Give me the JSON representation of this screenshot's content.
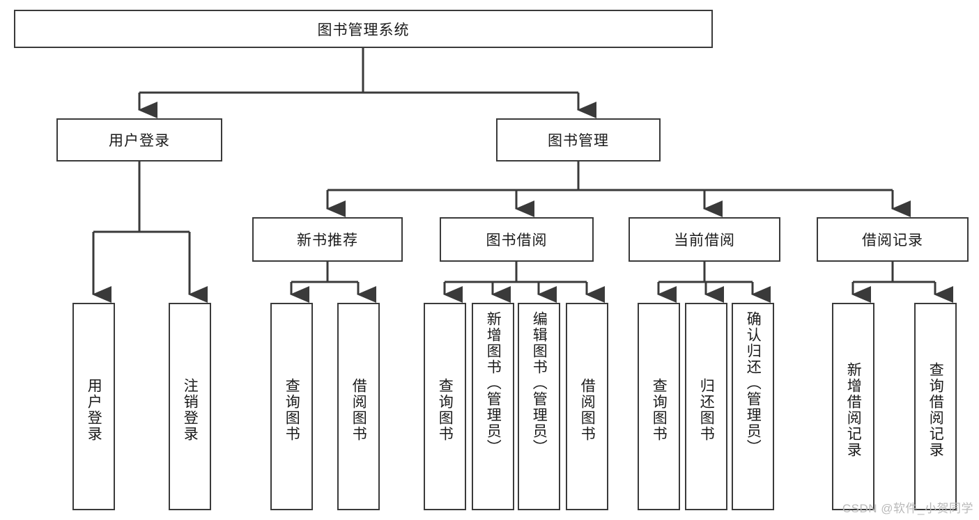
{
  "diagram": {
    "type": "tree-hierarchy-chart",
    "title": "图书管理系统",
    "stroke_color": "#3a3a3a",
    "background_color": "#ffffff",
    "text_color": "#1a1a1a",
    "levels": {
      "root": {
        "label": "图书管理系统"
      },
      "level1": [
        {
          "label": "用户登录"
        },
        {
          "label": "图书管理"
        }
      ],
      "level2": [
        {
          "label": "新书推荐"
        },
        {
          "label": "图书借阅"
        },
        {
          "label": "当前借阅"
        },
        {
          "label": "借阅记录"
        }
      ],
      "leaves": {
        "user_login": [
          {
            "label": "用户登录"
          },
          {
            "label": "注销登录"
          }
        ],
        "new_book_recommend": [
          {
            "label": "查询图书"
          },
          {
            "label": "借阅图书"
          }
        ],
        "book_borrow": [
          {
            "label": "查询图书"
          },
          {
            "label": "新增图书（管理员）"
          },
          {
            "label": "编辑图书（管理员）"
          },
          {
            "label": "借阅图书"
          }
        ],
        "current_borrow": [
          {
            "label": "查询图书"
          },
          {
            "label": "归还图书"
          },
          {
            "label": "确认归还（管理员）"
          }
        ],
        "borrow_record": [
          {
            "label": "新增借阅记录"
          },
          {
            "label": "查询借阅记录"
          }
        ]
      }
    }
  },
  "watermark": {
    "text": "CSDN @软件_小贺同学",
    "color": "#b9b9b9"
  }
}
